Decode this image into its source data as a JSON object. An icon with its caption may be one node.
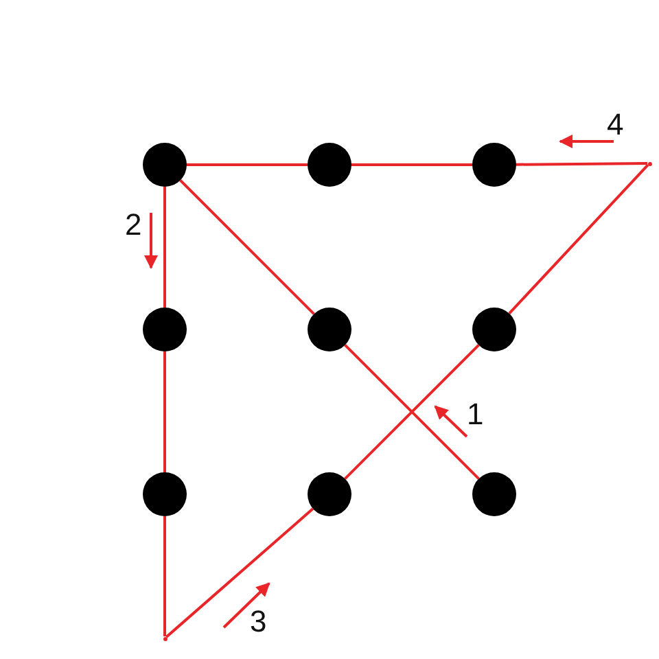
{
  "diagram": {
    "nodes": [
      {
        "text": [],
        "shape": "circle"
      },
      {
        "text": [],
        "shape": "circle"
      },
      {
        "text": [],
        "shape": "circle"
      },
      {
        "text": [],
        "shape": "circle"
      },
      {
        "text": [],
        "shape": "circle"
      },
      {
        "text": [],
        "shape": "circle"
      },
      {
        "text": [],
        "shape": "circle"
      },
      {
        "text": [],
        "shape": "circle"
      },
      {
        "text": [],
        "shape": "circle"
      },
      {
        "text": [],
        "shape": "point"
      },
      {
        "text": [],
        "shape": "point"
      }
    ],
    "edges": [
      {
        "from": 8,
        "to": 4,
        "arrow": "none"
      },
      {
        "from": 4,
        "to": 0,
        "arrow": "none"
      },
      {
        "from": 0,
        "to": 3,
        "arrow": "none"
      },
      {
        "from": 3,
        "to": 6,
        "arrow": "none"
      },
      {
        "from": 6,
        "to": 9,
        "arrow": "none"
      },
      {
        "from": 9,
        "to": 7,
        "arrow": "none"
      },
      {
        "from": 7,
        "to": 5,
        "arrow": "none"
      },
      {
        "from": 5,
        "to": 10,
        "arrow": "none"
      },
      {
        "from": 10,
        "to": 2,
        "arrow": "none"
      },
      {
        "from": 2,
        "to": 1,
        "arrow": "none"
      },
      {
        "from": 1,
        "to": 0,
        "arrow": "none"
      }
    ],
    "labels": [
      "4",
      "2",
      "1",
      "3"
    ]
  }
}
